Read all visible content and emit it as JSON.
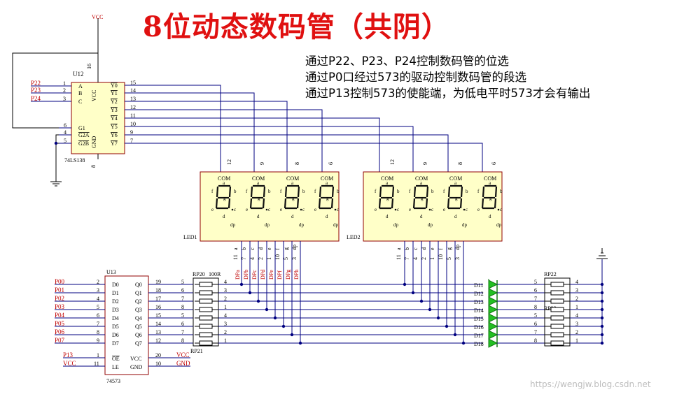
{
  "title": "8位动态数码管（共阴）",
  "notes": [
    "通过P22、P23、P24控制数码管的位选",
    "通过P0口经过573的驱动控制数码管的段选",
    "通过P13控制573的使能端，为低电平时573才会有输出"
  ],
  "watermark": "https://wengjw.blog.csdn.net",
  "colors": {
    "title": "#e01010",
    "wire": "#000080",
    "net_label": "#c00000",
    "part_fill": "#ffffc8",
    "part_border": "#900000",
    "seg_on": "#000000",
    "led_green": "#22c022"
  },
  "power": {
    "vcc": "VCC",
    "gnd": "GND"
  },
  "u12": {
    "ref": "U12",
    "part": "74LS138",
    "inputs": [
      {
        "net": "P22",
        "pin": "1",
        "name": "A"
      },
      {
        "net": "P23",
        "pin": "2",
        "name": "B"
      },
      {
        "net": "P24",
        "pin": "3",
        "name": "C"
      }
    ],
    "enables": [
      {
        "pin": "6",
        "name": "G1"
      },
      {
        "pin": "4",
        "name": "G2A"
      },
      {
        "pin": "5",
        "name": "G2B"
      }
    ],
    "vcc_pin": "16",
    "vcc_name": "VCC",
    "gnd_pin": "8",
    "gnd_name": "GND",
    "outputs": [
      {
        "name": "Y0",
        "pin": "15"
      },
      {
        "name": "Y1",
        "pin": "14"
      },
      {
        "name": "Y2",
        "pin": "13"
      },
      {
        "name": "Y3",
        "pin": "12"
      },
      {
        "name": "Y4",
        "pin": "11"
      },
      {
        "name": "Y5",
        "pin": "10"
      },
      {
        "name": "Y6",
        "pin": "9"
      },
      {
        "name": "Y7",
        "pin": "7"
      }
    ]
  },
  "displays": [
    {
      "ref": "LED1",
      "digit_pins": [
        "12",
        "9",
        "8",
        "6"
      ],
      "seg_pins": [
        "11",
        "7",
        "4",
        "2",
        "1",
        "10",
        "5",
        "3"
      ]
    },
    {
      "ref": "LED2",
      "digit_pins": [
        "12",
        "9",
        "8",
        "6"
      ],
      "seg_pins": [
        "11",
        "7",
        "4",
        "2",
        "1",
        "10",
        "5",
        "3"
      ]
    }
  ],
  "seg_letters": [
    "a",
    "b",
    "c",
    "d",
    "e",
    "f",
    "g",
    "dp"
  ],
  "com_label": "COM",
  "u13": {
    "ref": "U13",
    "part": "74573",
    "inputs": [
      {
        "net": "P00",
        "pin": "2",
        "name": "D0"
      },
      {
        "net": "P01",
        "pin": "3",
        "name": "D1"
      },
      {
        "net": "P02",
        "pin": "4",
        "name": "D2"
      },
      {
        "net": "P03",
        "pin": "5",
        "name": "D3"
      },
      {
        "net": "P04",
        "pin": "6",
        "name": "D4"
      },
      {
        "net": "P05",
        "pin": "7",
        "name": "D5"
      },
      {
        "net": "P06",
        "pin": "8",
        "name": "D6"
      },
      {
        "net": "P07",
        "pin": "9",
        "name": "D7"
      }
    ],
    "outputs": [
      {
        "name": "Q0",
        "pin": "19"
      },
      {
        "name": "Q1",
        "pin": "18"
      },
      {
        "name": "Q2",
        "pin": "17"
      },
      {
        "name": "Q3",
        "pin": "16"
      },
      {
        "name": "Q4",
        "pin": "15"
      },
      {
        "name": "Q5",
        "pin": "14"
      },
      {
        "name": "Q6",
        "pin": "13"
      },
      {
        "name": "Q7",
        "pin": "12"
      }
    ],
    "oe": {
      "net": "P13",
      "pin": "1",
      "name": "OE"
    },
    "le": {
      "net": "VCC",
      "pin": "11",
      "name": "LE"
    },
    "vcc": {
      "pin": "20",
      "name": "VCC",
      "net": "VCC"
    },
    "gnd": {
      "pin": "10",
      "name": "GND",
      "net": "GND"
    }
  },
  "rp20": {
    "ref": "RP20",
    "value": "100R",
    "left_pins": [
      "5",
      "6",
      "7",
      "8",
      "5",
      "6",
      "7",
      "8"
    ],
    "right_pins": [
      "4",
      "3",
      "2",
      "1",
      "4",
      "3",
      "2",
      "1"
    ]
  },
  "rp21": {
    "ref": "RP21"
  },
  "dp_labels": [
    "DPa",
    "DPb",
    "DPc",
    "DPd",
    "DPe",
    "DPf",
    "DPg",
    "DPh"
  ],
  "leds": [
    "D11",
    "D12",
    "D13",
    "D14",
    "D15",
    "D16",
    "D17",
    "D18"
  ],
  "rp22": {
    "ref": "RP22",
    "left_pins": [
      "5",
      "6",
      "7",
      "8",
      "5",
      "6",
      "7",
      "8"
    ],
    "right_pins": [
      "4",
      "3",
      "2",
      "1",
      "4",
      "3",
      "2",
      "1"
    ]
  },
  "rp23": {
    "ref": "RP23"
  }
}
